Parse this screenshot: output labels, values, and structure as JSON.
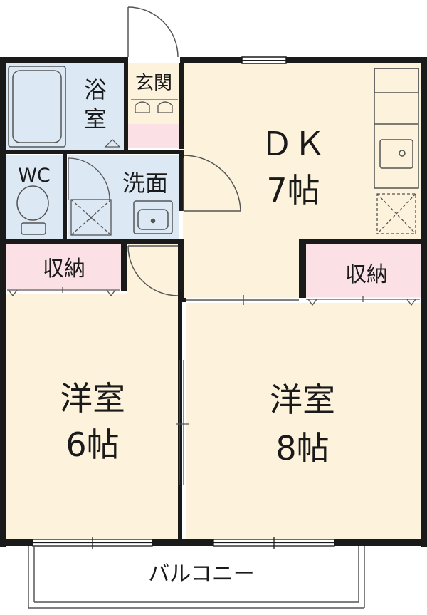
{
  "rooms": {
    "bath": {
      "label_top": "浴",
      "label_bottom": "室"
    },
    "entrance": {
      "label": "玄関"
    },
    "dk": {
      "line1": "ＤＫ",
      "line2": "7帖"
    },
    "wc": {
      "label": "WC"
    },
    "washroom": {
      "label": "洗面"
    },
    "storage_left": {
      "label": "収納"
    },
    "storage_right": {
      "label": "収納"
    },
    "western_left": {
      "line1": "洋室",
      "line2": "6帖"
    },
    "western_right": {
      "line1": "洋室",
      "line2": "8帖"
    },
    "balcony": {
      "label": "バルコニー"
    }
  },
  "colors": {
    "wall": "#1a1a1a",
    "floor_cream": "#fdf3dd",
    "wet_blue": "#dce9f5",
    "storage_pink": "#fbe1e6",
    "line_gray": "#555555"
  }
}
